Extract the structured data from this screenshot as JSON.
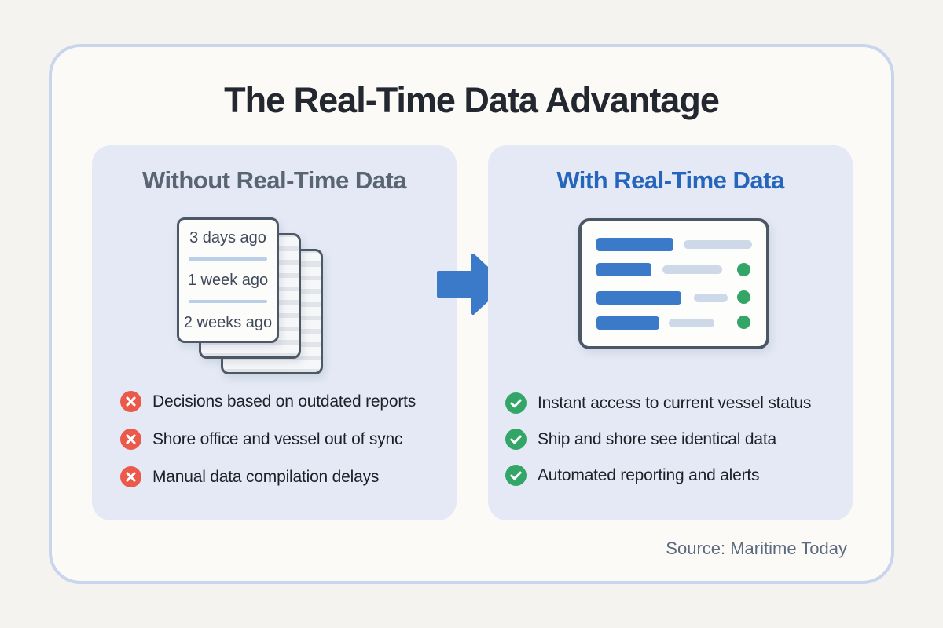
{
  "title": "The Real-Time Data Advantage",
  "source": "Source: Maritime Today",
  "colors": {
    "page_background": "#f5f3f0",
    "card_background": "#fbfaf7",
    "card_border": "#c9d5ec",
    "panel_background": "#e4e9f5",
    "title_text": "#23272f",
    "heading_gray": "#5a6573",
    "heading_blue": "#2565bb",
    "accent_blue": "#3a7ac9",
    "negative_red": "#ea594a",
    "positive_green": "#32a567",
    "paper_divider_blue": "#b9cfe8",
    "dashboard_gray_bar": "#cdd9e8"
  },
  "arrow_icon": "arrow-right-icon",
  "left_panel": {
    "heading": "Without Real-Time Data",
    "illustration": "stacked-outdated-reports",
    "documents": [
      "3 days ago",
      "1 week ago",
      "2 weeks ago"
    ],
    "items": [
      {
        "icon": "x-circle-icon",
        "text": "Decisions based on outdated reports"
      },
      {
        "icon": "x-circle-icon",
        "text": "Shore office and vessel out of sync"
      },
      {
        "icon": "x-circle-icon",
        "text": "Manual data compilation delays"
      }
    ]
  },
  "right_panel": {
    "heading": "With Real-Time Data",
    "illustration": "live-dashboard",
    "items": [
      {
        "icon": "check-circle-icon",
        "text": "Instant access to current vessel status"
      },
      {
        "icon": "check-circle-icon",
        "text": "Ship and shore see identical data"
      },
      {
        "icon": "check-circle-icon",
        "text": "Automated reporting and alerts"
      }
    ]
  }
}
